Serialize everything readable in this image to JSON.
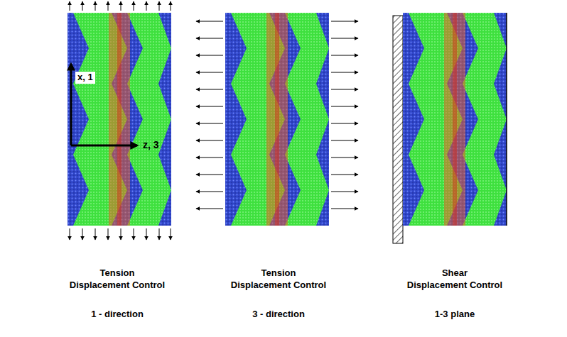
{
  "diagram": {
    "labels": [
      "x, 1",
      "z, 3",
      "Tension",
      "Displacement Control",
      "1 - direction",
      "Tension",
      "Displacement Control",
      "3 - direction",
      "Shear",
      "Displacement Control",
      "1-3 plane"
    ]
  }
}
